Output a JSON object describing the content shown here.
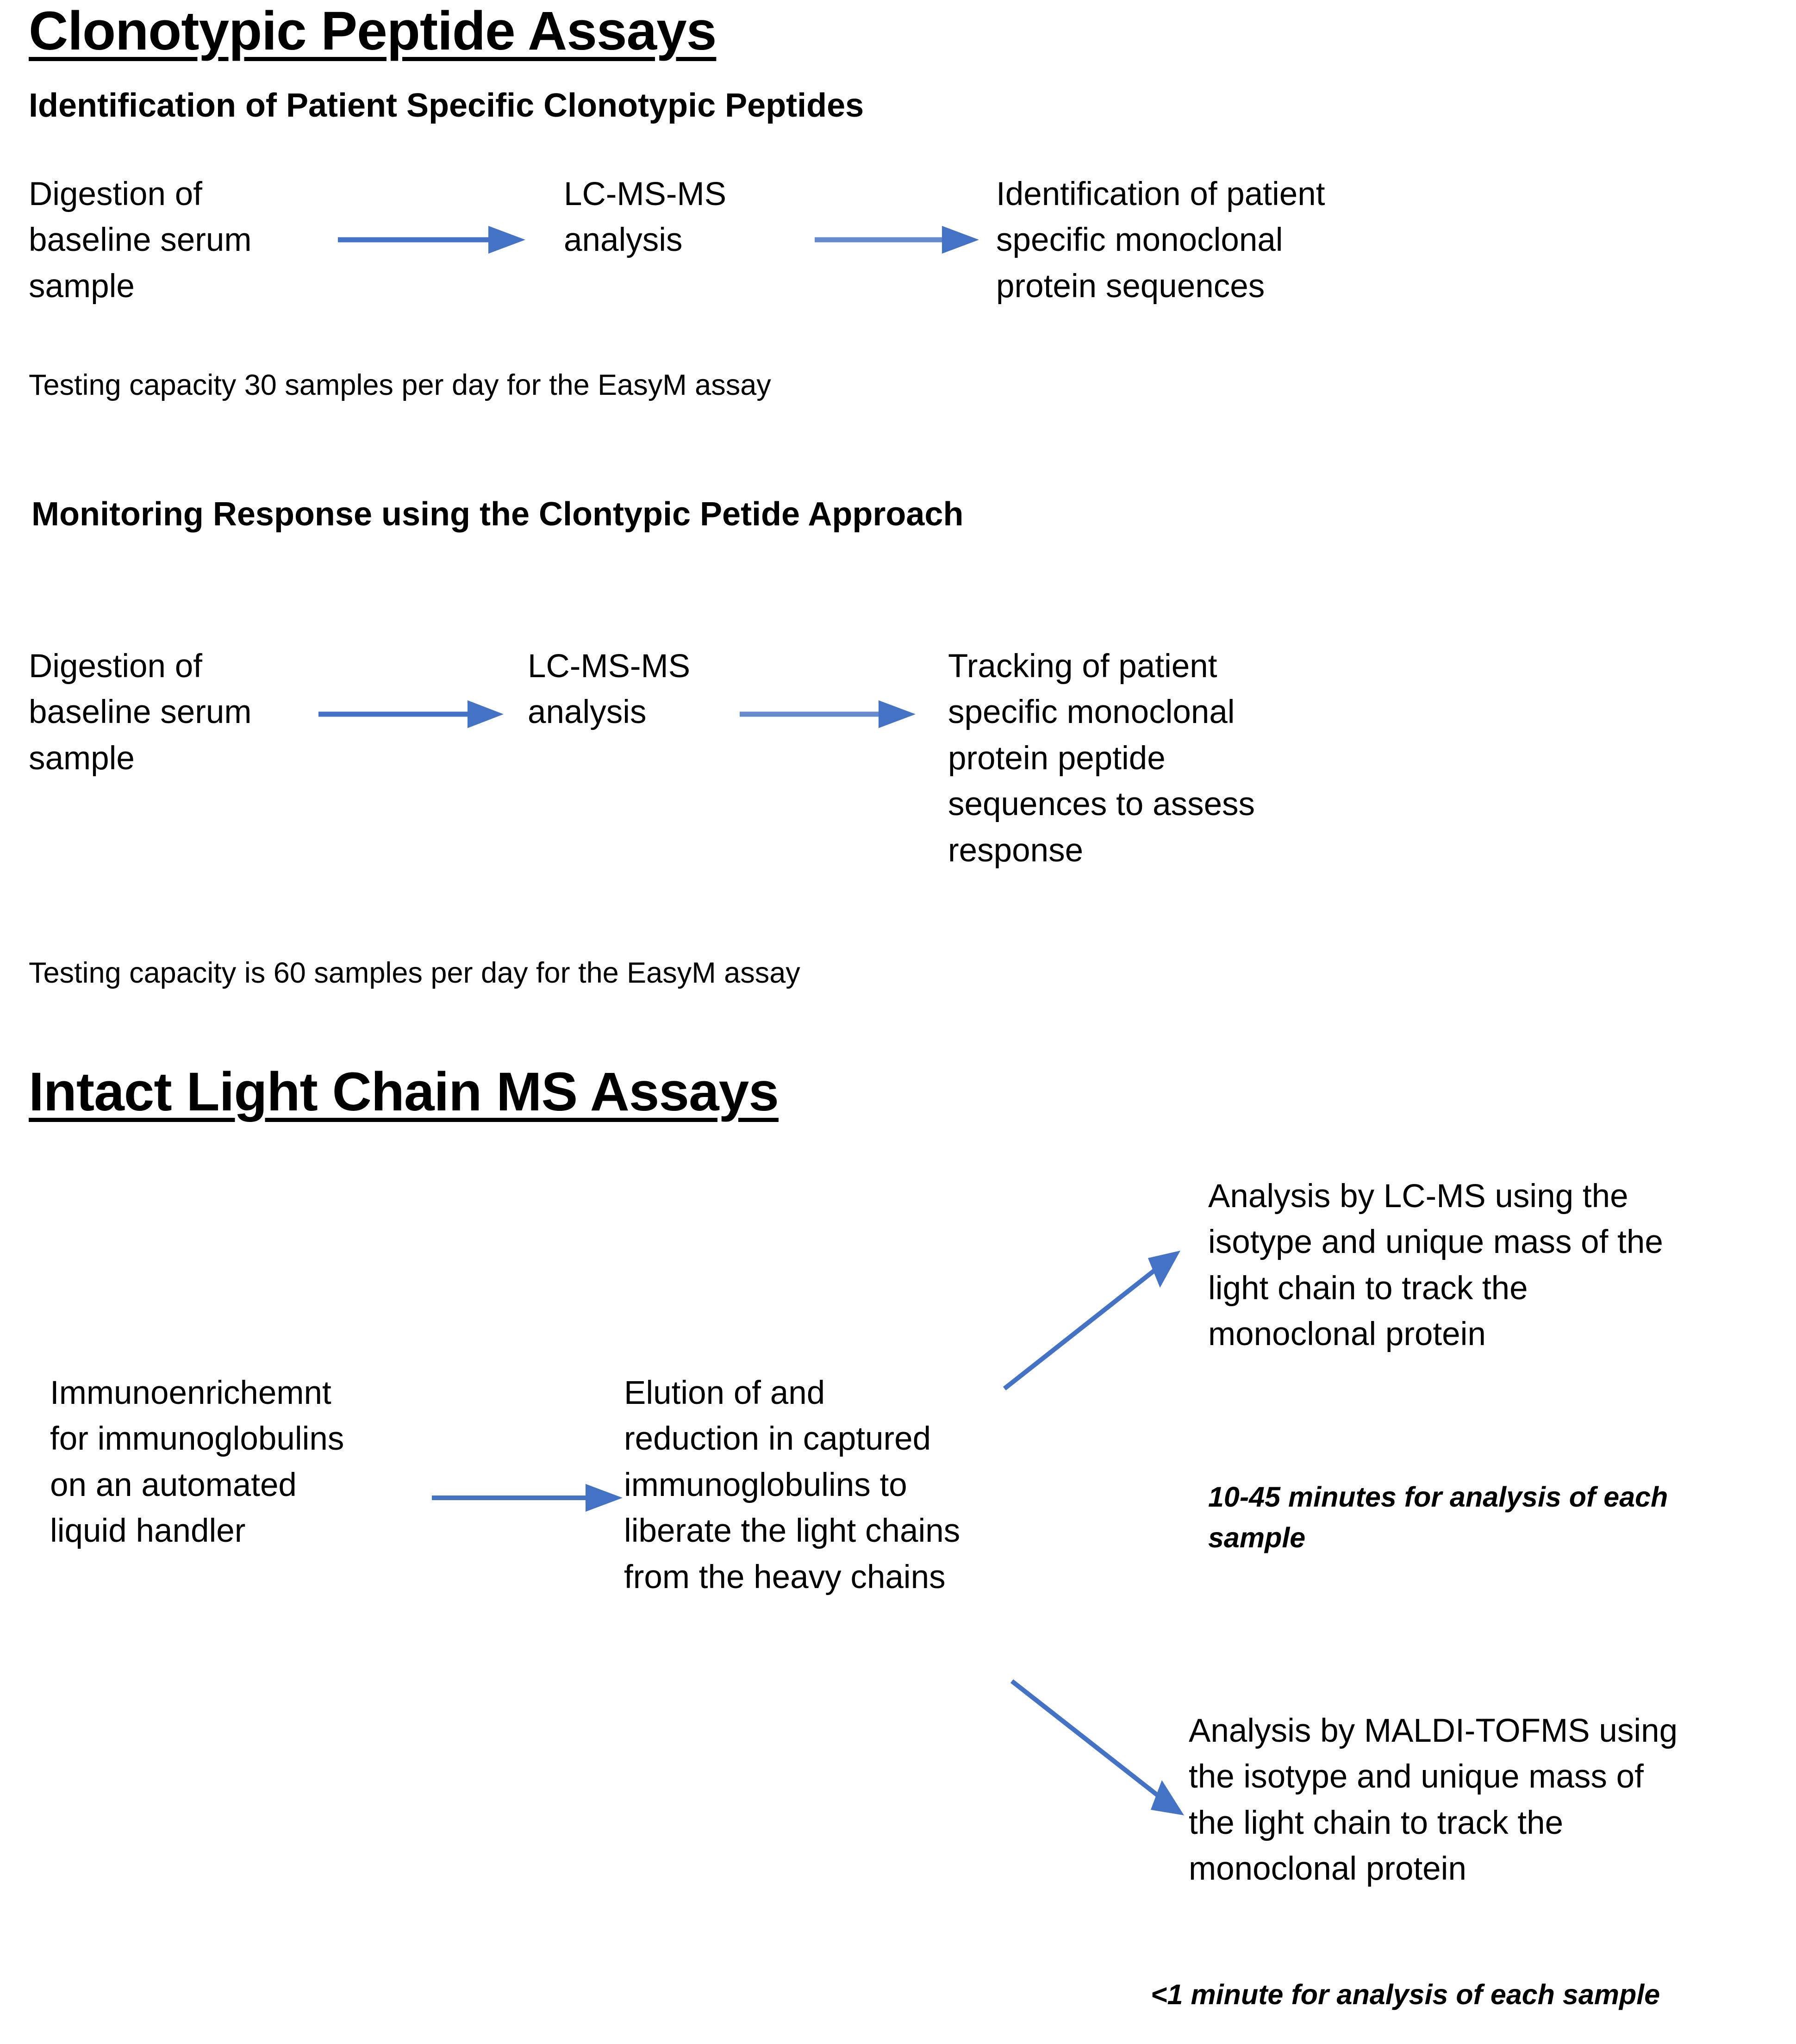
{
  "document": {
    "background_color": "#ffffff",
    "text_color": "#000000",
    "arrow_color": "#4472c4"
  },
  "sections": [
    {
      "id": "clonotypic-peptide-assays",
      "title": "Clonotypic Peptide Assays",
      "subtitle": "Identification of Patient Specific Clonotypic  Peptides",
      "steps": [
        "Digestion of\nbaseline serum\nsample",
        "LC-MS-MS\nanalysis",
        "Identification of patient\nspecific monoclonal\nprotein sequences"
      ],
      "note": "Testing capacity 30 samples per day for the EasyM assay"
    },
    {
      "id": "monitoring-response",
      "title": "",
      "subtitle": "Monitoring Response using the Clontypic Petide Approach",
      "steps": [
        "Digestion of\nbaseline serum\nsample",
        "LC-MS-MS\nanalysis",
        "Tracking of patient\nspecific monoclonal\nprotein peptide\nsequences to assess\nresponse"
      ],
      "note": "Testing capacity is 60 samples per day for the EasyM assay"
    },
    {
      "id": "intact-light-chain-ms-assays",
      "title": "Intact Light Chain MS Assays",
      "subtitle": "",
      "steps": [
        "Immunoenrichemnt\nfor immunoglobulins\non an automated\nliquid handler",
        "Elution of and\nreduction in captured\nimmunoglobulins to\nliberate the light chains\nfrom the heavy chains"
      ],
      "branches": [
        {
          "id": "lc-ms-branch",
          "text": "Analysis by LC-MS using the\nisotype and unique mass of the\nlight chain to track the\nmonoclonal protein",
          "annotation": "10-45 minutes for analysis of each\nsample"
        },
        {
          "id": "maldi-tofms-branch",
          "text": "Analysis by MALDI-TOFMS using\nthe isotype and unique mass of\nthe light chain to track the\nmonoclonal protein",
          "annotation": "<1 minute for analysis of each sample"
        }
      ]
    }
  ],
  "arrows": [
    {
      "name": "arrow-s1-step1-to-step2",
      "type": "horizontal"
    },
    {
      "name": "arrow-s1-step2-to-step3",
      "type": "horizontal"
    },
    {
      "name": "arrow-s2-step1-to-step2",
      "type": "horizontal"
    },
    {
      "name": "arrow-s2-step2-to-step3",
      "type": "horizontal"
    },
    {
      "name": "arrow-s3-step1-to-step2",
      "type": "horizontal"
    },
    {
      "name": "arrow-s3-to-lc-ms",
      "type": "diagonal-up"
    },
    {
      "name": "arrow-s3-to-maldi",
      "type": "diagonal-down"
    }
  ]
}
